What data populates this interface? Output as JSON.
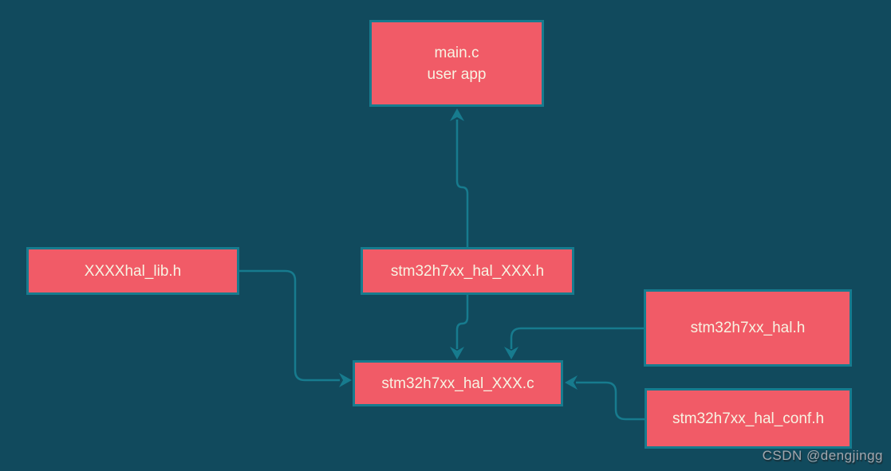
{
  "colors": {
    "background": "#114a5d",
    "node_fill": "#f15b67",
    "node_border": "#177b8e",
    "connector": "#177b8e",
    "node_text": "#f7f3e2",
    "watermark_text": "#a2a7ae"
  },
  "nodes": {
    "main": {
      "line1": "main.c",
      "line2": "user app"
    },
    "xxxx_hal_lib_h": {
      "label": "XXXXhal_lib.h"
    },
    "stm32h7xx_hal_xxx_h": {
      "label": "stm32h7xx_hal_XXX.h"
    },
    "stm32h7xx_hal_h": {
      "label": "stm32h7xx_hal.h"
    },
    "stm32h7xx_hal_xxx_c": {
      "label": "stm32h7xx_hal_XXX.c"
    },
    "stm32h7xx_hal_conf_h": {
      "label": "stm32h7xx_hal_conf.h"
    }
  },
  "edges": [
    {
      "from": "stm32h7xx_hal_XXX.h",
      "to": "main.c user app"
    },
    {
      "from": "stm32h7xx_hal_XXX.h",
      "to": "stm32h7xx_hal_XXX.c"
    },
    {
      "from": "XXXXhal_lib.h",
      "to": "stm32h7xx_hal_XXX.c"
    },
    {
      "from": "stm32h7xx_hal.h",
      "to": "stm32h7xx_hal_XXX.c"
    },
    {
      "from": "stm32h7xx_hal_conf.h",
      "to": "stm32h7xx_hal_XXX.c"
    }
  ],
  "watermark": "CSDN @dengjingg"
}
